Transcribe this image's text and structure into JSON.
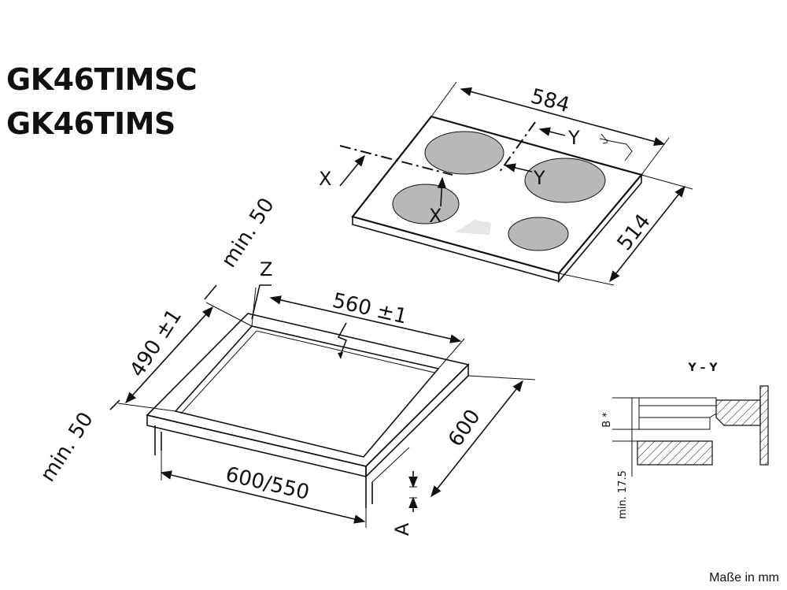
{
  "models": [
    "GK46TIMSC",
    "GK46TIMS"
  ],
  "hob": {
    "width": "584",
    "depth": "514",
    "section_y_label": "Y",
    "section_x_label": "X"
  },
  "cutout": {
    "width": "560 ±1",
    "depth": "490 ±1",
    "clearance_back": "min. 50",
    "clearance_front": "min. 50",
    "cabinet_width": "600/550",
    "cabinet_depth": "600",
    "marker_z": "Z",
    "marker_a": "A"
  },
  "section": {
    "title": "Y – Y",
    "b_label": "B *",
    "min_label": "min. 17.5"
  },
  "units_note": "Maße in mm"
}
